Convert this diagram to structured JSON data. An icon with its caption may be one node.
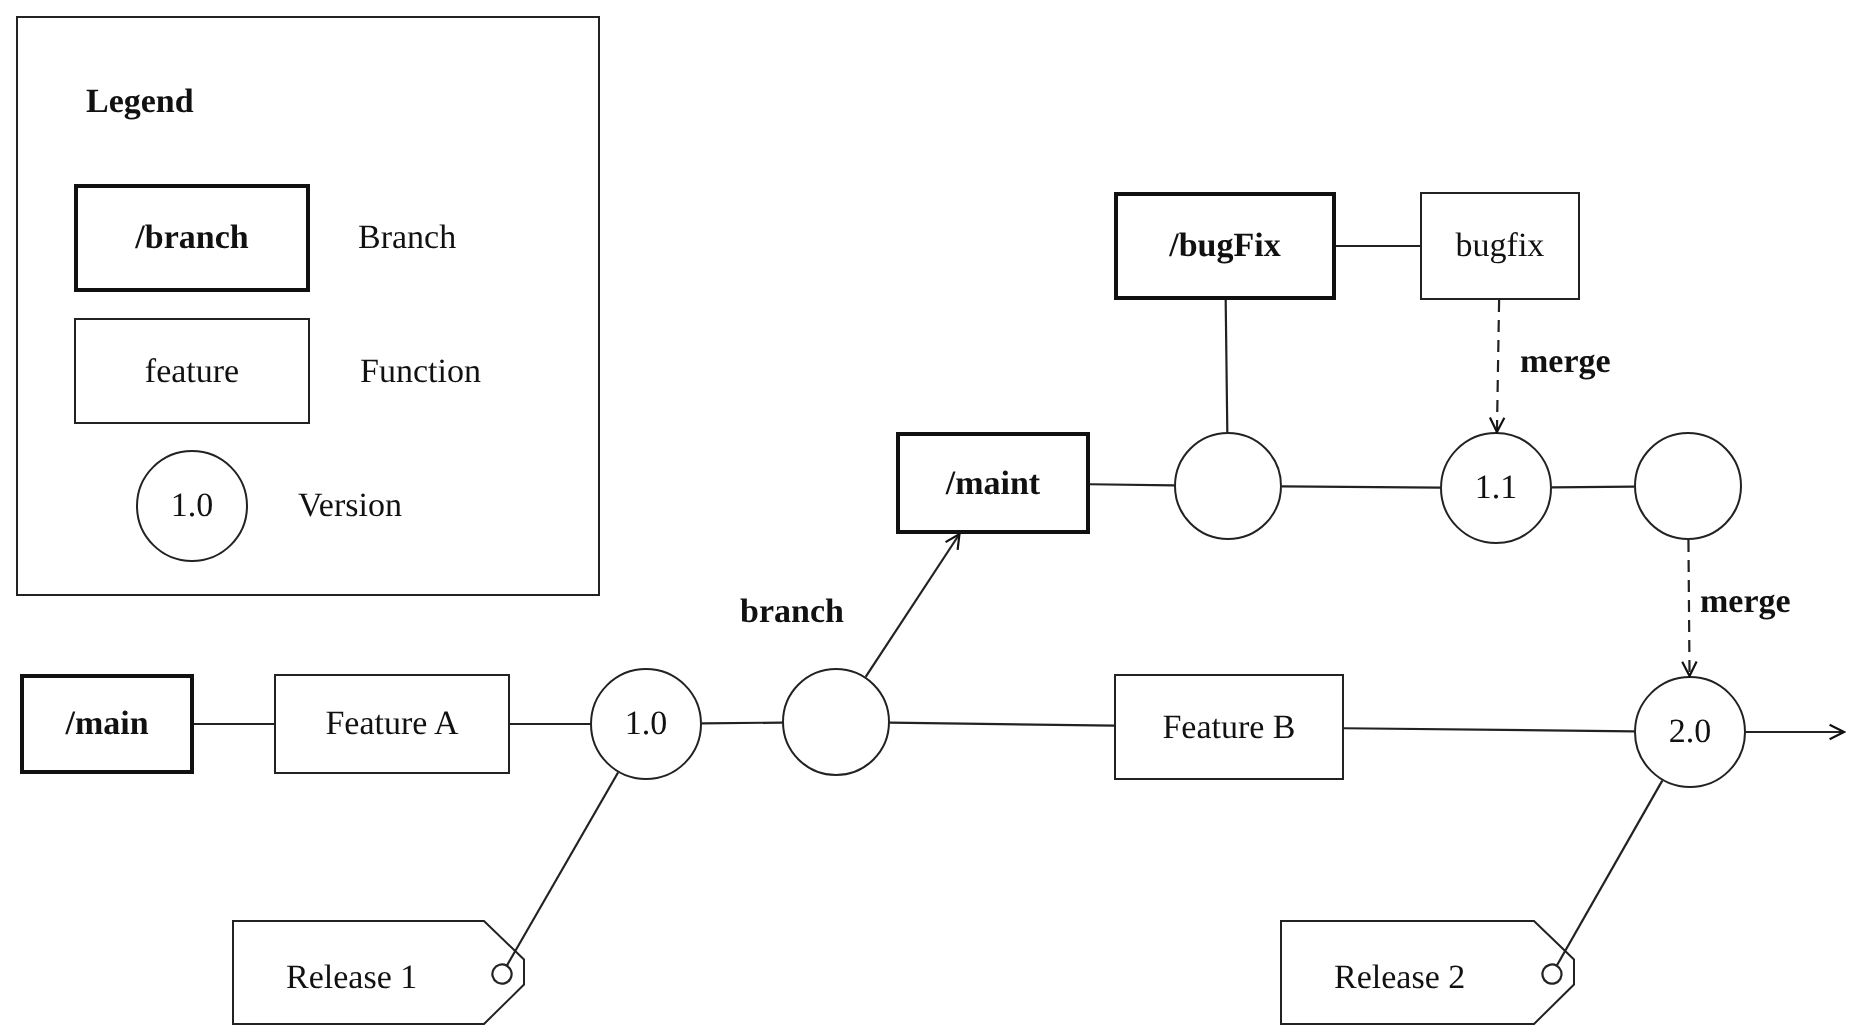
{
  "diagram": {
    "nodes": [
      {
        "text": [
          "Legend"
        ]
      },
      {
        "text": [
          "/branch"
        ],
        "in": 0,
        "beside": [
          "Branch"
        ]
      },
      {
        "text": [
          "feature"
        ],
        "in": 0,
        "beside": [
          "Function"
        ]
      },
      {
        "text": [
          "1.0"
        ],
        "in": 0,
        "beside": [
          "Version"
        ]
      },
      {
        "text": [
          "/main"
        ]
      },
      {
        "text": [
          "Feature A"
        ]
      },
      {
        "text": [
          "1.0"
        ]
      },
      {
        "text": [],
        "shape": "circle"
      },
      {
        "text": [
          "/maint"
        ]
      },
      {
        "text": [
          "/bugFix"
        ]
      },
      {
        "text": [
          "bugfix"
        ]
      },
      {
        "text": [],
        "shape": "circle"
      },
      {
        "text": [
          "1.1"
        ]
      },
      {
        "text": [],
        "shape": "circle"
      },
      {
        "text": [
          "Feature B"
        ]
      },
      {
        "text": [
          "2.0"
        ]
      },
      {
        "text": [
          "Release 1"
        ]
      },
      {
        "text": [
          "Release 2"
        ]
      }
    ],
    "edges": [
      {
        "from": 4,
        "to": 5,
        "arrow": "none"
      },
      {
        "from": 5,
        "to": 6,
        "arrow": "none"
      },
      {
        "from": 6,
        "to": 7,
        "arrow": "none"
      },
      {
        "from": 7,
        "to": 8,
        "arrow": "to",
        "label": "branch"
      },
      {
        "from": 8,
        "to": 11,
        "arrow": "none"
      },
      {
        "from": 9,
        "to": 11,
        "arrow": "none"
      },
      {
        "from": 9,
        "to": 10,
        "arrow": "none"
      },
      {
        "from": 11,
        "to": 12,
        "arrow": "none"
      },
      {
        "from": 10,
        "to": 12,
        "arrow": "to",
        "label": "merge",
        "style": "dashed"
      },
      {
        "from": 12,
        "to": 13,
        "arrow": "none"
      },
      {
        "from": 13,
        "to": 15,
        "arrow": "to",
        "label": "merge",
        "style": "dashed"
      },
      {
        "from": 7,
        "to": 14,
        "arrow": "none"
      },
      {
        "from": 14,
        "to": 15,
        "arrow": "none"
      },
      {
        "from": 15,
        "to": null,
        "arrow": "to"
      },
      {
        "from": 6,
        "to": 16,
        "arrow": "other"
      },
      {
        "from": 15,
        "to": 17,
        "arrow": "other"
      }
    ]
  }
}
